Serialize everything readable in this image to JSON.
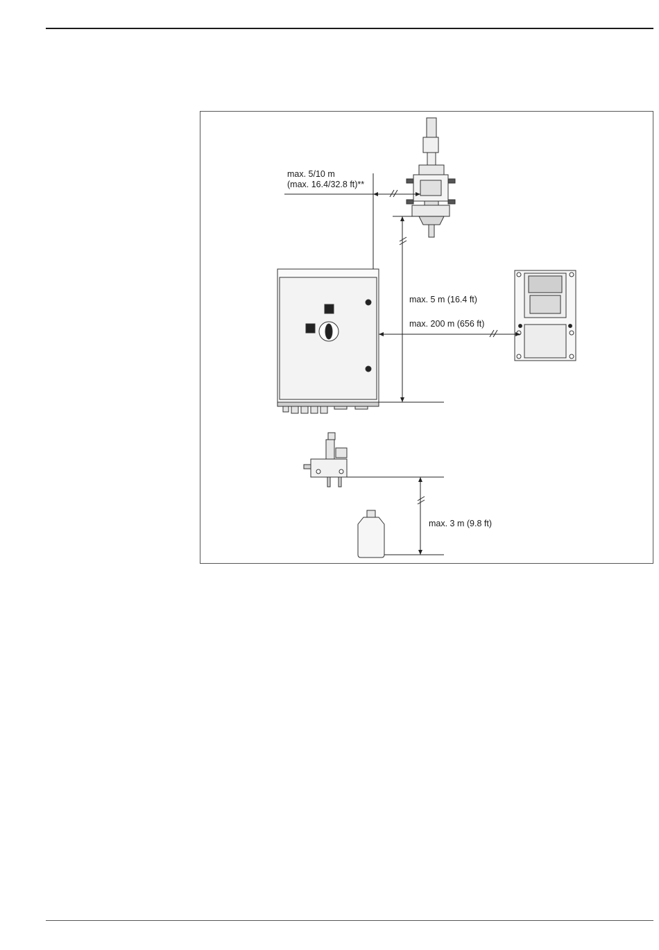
{
  "diagram": {
    "labels": {
      "probe_distance_line1": "max. 5/10 m",
      "probe_distance_line2": "(max. 16.4/32.8 ft)**",
      "vertical_distance": "max. 5 m (16.4 ft)",
      "transmitter_distance": "max. 200 m (656 ft)",
      "canister_height": "max. 3 m (9.8 ft)"
    }
  }
}
